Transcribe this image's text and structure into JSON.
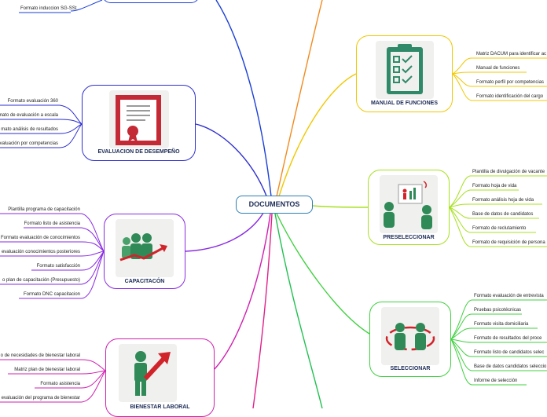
{
  "center": {
    "label": "DOCUMENTOS"
  },
  "colors": {
    "top": "#1a3fd6",
    "evaluacion": "#2f2fd0",
    "capacitacion": "#8a2be2",
    "bienestar": "#d020b0",
    "manual": "#f0c800",
    "orange": "#f28a1e",
    "preseleccionar": "#a8e020",
    "seleccionar": "#40d040",
    "bottom_green": "#20c050"
  },
  "top_branch": {
    "items": [
      "Formato induccion SG-SSt"
    ]
  },
  "evaluacion": {
    "title": "EVALUACION DE DESEMPEÑO",
    "icon": "certificate-icon",
    "items": [
      "Formato evaluación 360",
      "mato de evaluación a escala",
      "mato análisis de resultados",
      "valuación por competencias"
    ]
  },
  "capacitacion": {
    "title": "CAPACITACÓN",
    "icon": "team-growth-icon",
    "items": [
      "Plantilla programa de capacitación",
      "Formato listo de asistencia",
      "Formato evaluación de conocimientos",
      "evaluación conocimientos posteriores",
      "Formato satisfacción",
      "o plan de capacitación (Presupuesto)",
      "Formato DNC capacitacion"
    ]
  },
  "bienestar": {
    "title": "BIENESTAR LABORAL",
    "icon": "person-arrow-up-icon",
    "items": [
      "o de necesidades de bienestar laboral",
      "Matriz plan de bienestar laboral",
      "Formato asistencia",
      "evaluación del programa de bienestar"
    ]
  },
  "manual": {
    "title": "MANUAL DE FUNCIONES",
    "icon": "checklist-icon",
    "items": [
      "Matriz DACUM para identificar ac",
      "Manual de funciones",
      "Formato perfil por competencias",
      "Formato identificación del cargo"
    ]
  },
  "preseleccionar": {
    "title": "PRESELECCIONAR",
    "icon": "presentation-icon",
    "items": [
      "Plantilla de divulgación de vacante",
      "Formato hoja de vida",
      "Formato análisis hoja de vida",
      "Base de datos de candidatos",
      "Formato de reclutamiento",
      "Formato de requisición de persona"
    ]
  },
  "seleccionar": {
    "title": "SELECCIONAR",
    "icon": "people-exchange-icon",
    "items": [
      "Formato evaluación de entrevista",
      "Pruebas psicotécnicas",
      "Formato visita domiciliaria",
      "Formato de resultados del proce",
      "Formato listo de candidatos selec",
      "Base de datos candidatos seleccio",
      "Informe de selección"
    ]
  }
}
